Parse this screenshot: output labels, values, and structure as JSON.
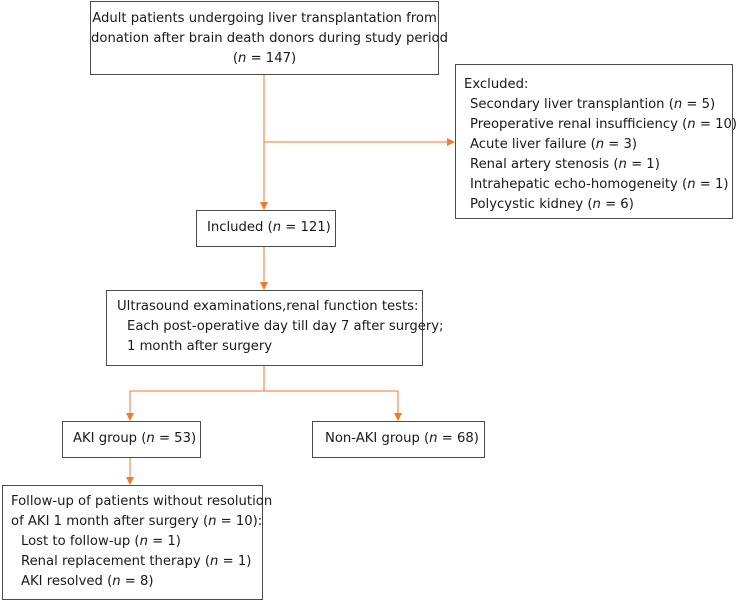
{
  "colors": {
    "arrow": "#f07a2a",
    "border": "#4a4a4a"
  },
  "nodes": {
    "screened": {
      "lines": [
        "Adult patients undergoing liver transplantation from",
        "donation after brain death donors during study period"
      ],
      "n_prefix": "(",
      "n_symbol": "n",
      "n_value": " = 147)"
    },
    "excluded": {
      "title": "Excluded:",
      "items": [
        {
          "label": "Secondary liver transplantion (",
          "n": "n",
          "value": " = 5)"
        },
        {
          "label": "Preoperative renal insufficiency (",
          "n": "n",
          "value": " = 10)"
        },
        {
          "label": "Acute liver failure (",
          "n": "n",
          "value": " = 3)"
        },
        {
          "label": "Renal artery stenosis (",
          "n": "n",
          "value": " = 1)"
        },
        {
          "label": "Intrahepatic echo-homogeneity (",
          "n": "n",
          "value": " = 1)"
        },
        {
          "label": "Polycystic kidney (",
          "n": "n",
          "value": " = 6)"
        }
      ]
    },
    "included": {
      "label": "Included (",
      "n": "n",
      "value": " = 121)"
    },
    "examinations": {
      "lines": [
        "Ultrasound examinations,renal function tests:",
        "Each post-operative day till day 7 after surgery;",
        "1 month after surgery"
      ]
    },
    "aki": {
      "label": "AKI group (",
      "n": "n",
      "value": " = 53)"
    },
    "non_aki": {
      "label": "Non-AKI group (",
      "n": "n",
      "value": " = 68)"
    },
    "followup": {
      "line1": "Follow-up of patients without resolution",
      "line2_label": "of AKI 1 month after surgery (",
      "line2_n": "n",
      "line2_value": " = 10):",
      "items": [
        {
          "label": "Lost to follow-up (",
          "n": "n",
          "value": " = 1)"
        },
        {
          "label": "Renal replacement therapy (",
          "n": "n",
          "value": " = 1)"
        },
        {
          "label": "AKI resolved (",
          "n": "n",
          "value": " = 8)"
        }
      ]
    }
  }
}
